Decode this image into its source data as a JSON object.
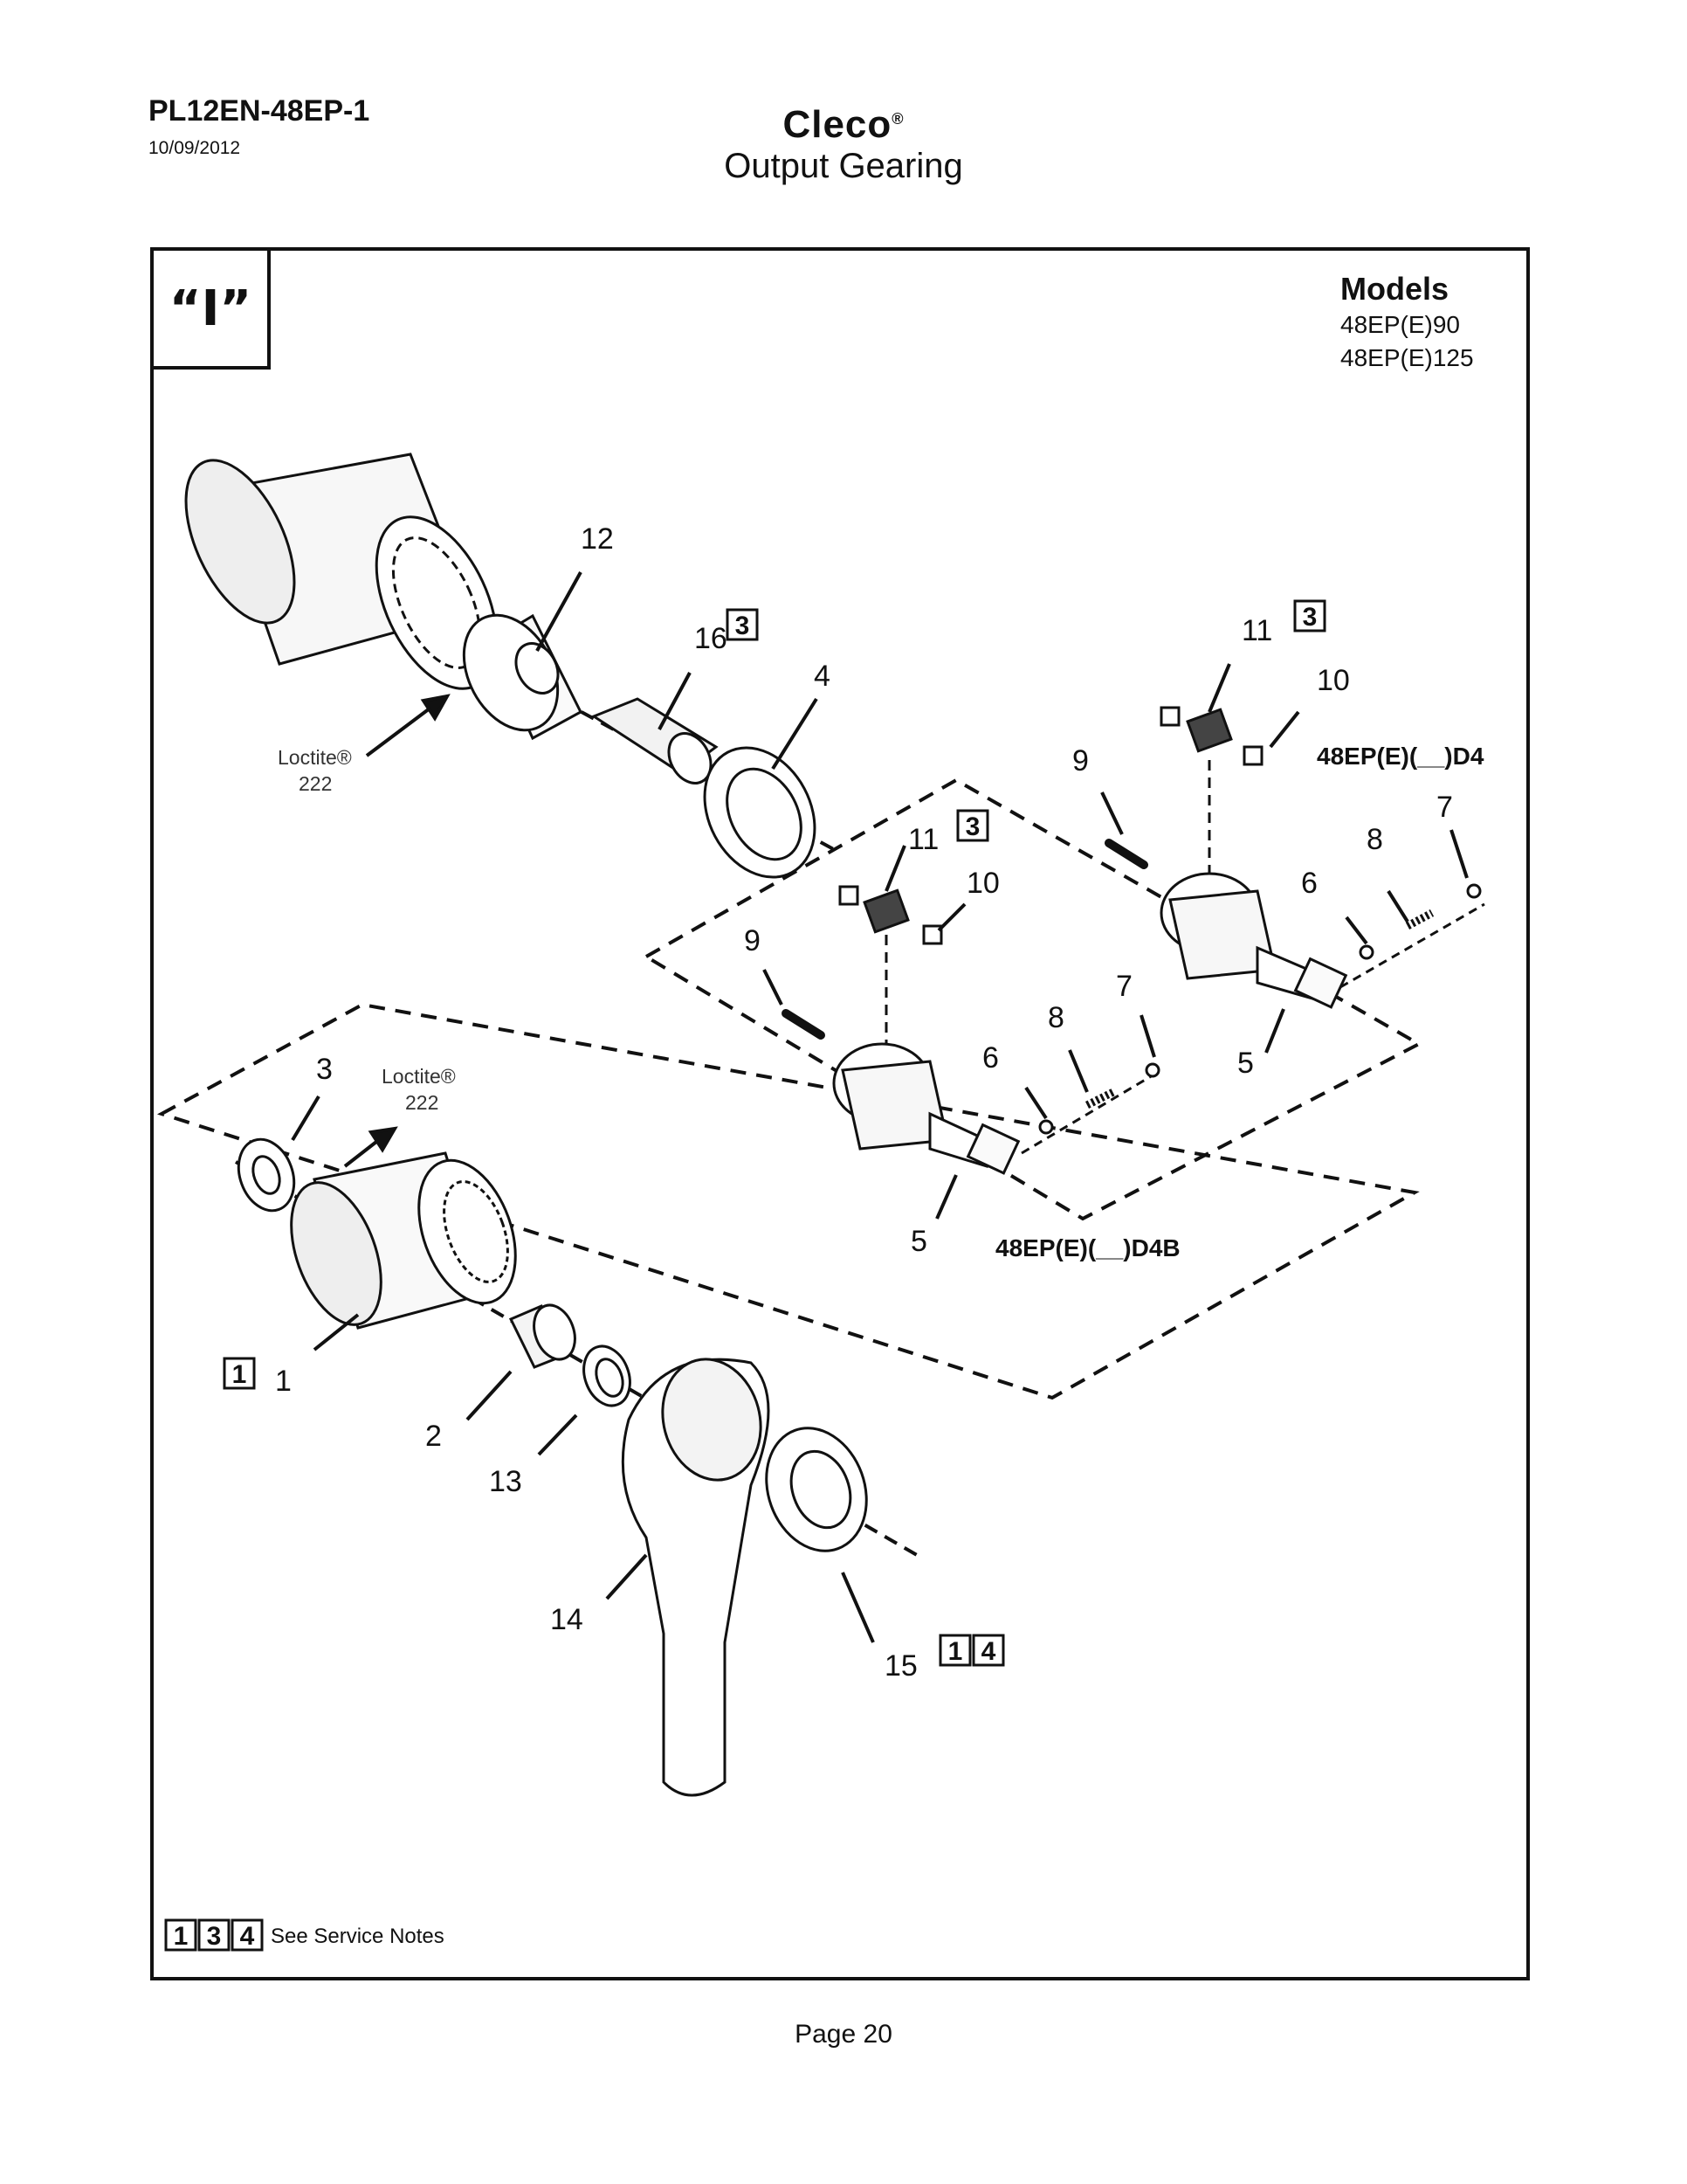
{
  "header": {
    "doc_id": "PL12EN-48EP-1",
    "date": "10/09/2012",
    "brand": "Cleco",
    "brand_mark": "®",
    "subtitle": "Output Gearing"
  },
  "section": {
    "label": "“I”"
  },
  "models": {
    "title": "Models",
    "items": [
      "48EP(E)90",
      "48EP(E)125"
    ]
  },
  "variants": {
    "d4": "48EP(E)(__)D4",
    "d4b": "48EP(E)(__)D4B"
  },
  "adhesive": {
    "name": "Loctite®",
    "grade": "222"
  },
  "part_numbers": {
    "p1": "1",
    "p2": "2",
    "p3": "3",
    "p4": "4",
    "p5a": "5",
    "p5b": "5",
    "p6a": "6",
    "p6b": "6",
    "p7a": "7",
    "p7b": "7",
    "p8a": "8",
    "p8b": "8",
    "p9a": "9",
    "p9b": "9",
    "p10a": "10",
    "p10b": "10",
    "p11a": "11",
    "p11b": "11",
    "p12": "12",
    "p13": "13",
    "p14": "14",
    "p15": "15",
    "p16": "16"
  },
  "note_refs": {
    "n16": "3",
    "n11a": "3",
    "n11b": "3",
    "n1": "1",
    "n15a": "1",
    "n15b": "4"
  },
  "legend": {
    "boxes": [
      "1",
      "3",
      "4"
    ],
    "text": "See Service Notes"
  },
  "footer": {
    "page": "Page 20"
  }
}
